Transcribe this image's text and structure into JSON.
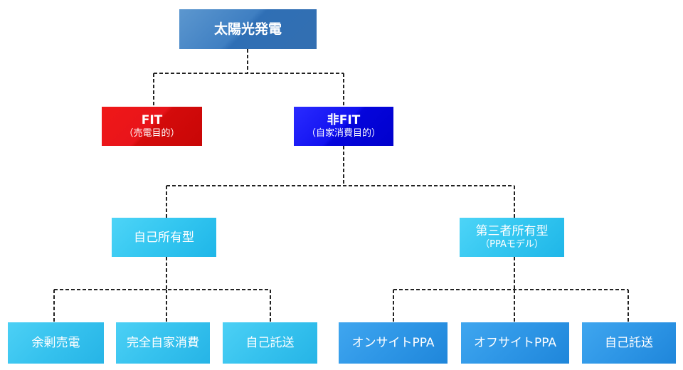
{
  "nodes": {
    "root": {
      "label": "太陽光発電"
    },
    "fit": {
      "label": "FIT",
      "sub": "（売電目的）"
    },
    "non_fit": {
      "label": "非FIT",
      "sub": "（自家消費目的）"
    },
    "self_owned": {
      "label": "自己所有型"
    },
    "third_party": {
      "label": "第三者所有型",
      "sub": "（PPAモデル）"
    },
    "surplus_sale": {
      "label": "余剰売電"
    },
    "full_self_consumption": {
      "label": "完全自家消費"
    },
    "self_wheeling_1": {
      "label": "自己託送"
    },
    "onsite_ppa": {
      "label": "オンサイトPPA"
    },
    "offsite_ppa": {
      "label": "オフサイトPPA"
    },
    "self_wheeling_2": {
      "label": "自己託送"
    }
  },
  "colors": {
    "root": "#3f7fc2",
    "fit": "#e8141a",
    "non_fit": "#0000e0",
    "level2": "#33c6f0",
    "level3_left": "#36c2ee",
    "level3_right": "#2e96e6",
    "connector": "#222222"
  },
  "edges": [
    [
      "root",
      "fit"
    ],
    [
      "root",
      "non_fit"
    ],
    [
      "non_fit",
      "self_owned"
    ],
    [
      "non_fit",
      "third_party"
    ],
    [
      "self_owned",
      "surplus_sale"
    ],
    [
      "self_owned",
      "full_self_consumption"
    ],
    [
      "self_owned",
      "self_wheeling_1"
    ],
    [
      "third_party",
      "onsite_ppa"
    ],
    [
      "third_party",
      "offsite_ppa"
    ],
    [
      "third_party",
      "self_wheeling_2"
    ]
  ]
}
